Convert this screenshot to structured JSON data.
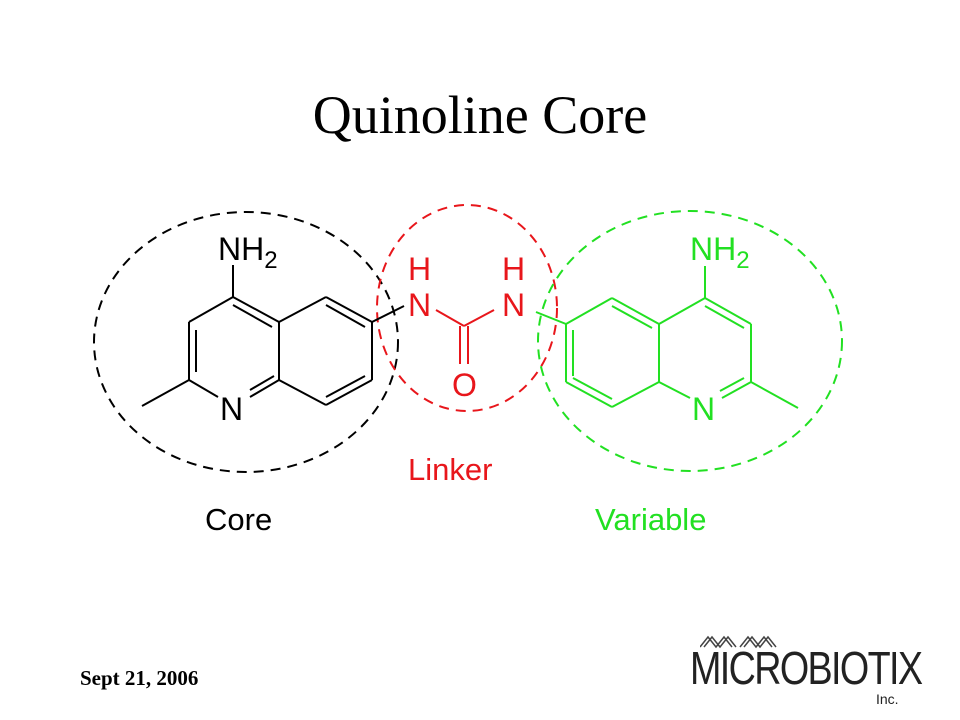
{
  "slide": {
    "title": "Quinoline Core",
    "date": "Sept 21, 2006"
  },
  "diagram": {
    "colors": {
      "core": "#000000",
      "linker": "#e8161b",
      "variable": "#22e022"
    },
    "region_labels": {
      "core": "Core",
      "linker": "Linker",
      "variable": "Variable"
    },
    "atoms": {
      "core_amine": "NH",
      "core_amine_sub": "2",
      "core_ring_n": "N",
      "linker_h1": "H",
      "linker_h2": "H",
      "linker_n1": "N",
      "linker_n2": "N",
      "linker_o": "O",
      "variable_amine": "NH",
      "variable_amine_sub": "2",
      "variable_ring_n": "N"
    }
  },
  "logo": {
    "name": "MICROBIOTIX",
    "suffix": "Inc.",
    "icon": "dna-wave-mark"
  }
}
